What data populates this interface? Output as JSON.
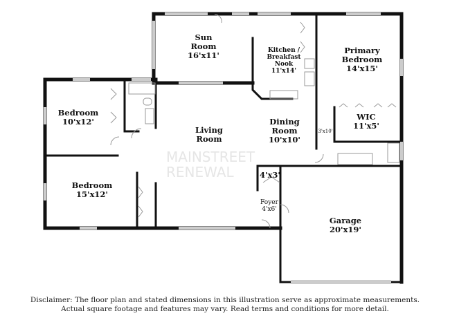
{
  "rooms": {
    "sun_room": {
      "name": "Sun Room",
      "dims": "16'x11'"
    },
    "kitchen": {
      "name": "Kitchen / Breakfast Nook",
      "dims": "11'x14'"
    },
    "primary_bedroom": {
      "name": "Primary Bedroom",
      "dims": "14'x15'"
    },
    "bedroom_1": {
      "name": "Bedroom",
      "dims": "10'x12'"
    },
    "bedroom_2": {
      "name": "Bedroom",
      "dims": "15'x12'"
    },
    "living_room": {
      "name": "Living Room"
    },
    "dining_room": {
      "name": "Dining Room",
      "dims": "10'x10'"
    },
    "wic": {
      "name": "WIC",
      "dims": "11'x5'"
    },
    "hall": {
      "dims": "3'x10'"
    },
    "closet": {
      "dims": "4'x3'"
    },
    "foyer": {
      "name": "Foyer",
      "dims": "4'x6'"
    },
    "garage": {
      "name": "Garage",
      "dims": "20'x19'"
    }
  },
  "watermark": {
    "line1": "MAINSTREET",
    "line2": "RENEWAL"
  },
  "disclaimer": {
    "line1": "Disclaimer: The floor plan and stated dimensions in this illustration serve as approximate measurements.",
    "line2": "Actual square footage and features may vary. Read terms and conditions for more detail."
  },
  "colors": {
    "wall": "#111111",
    "window": "#cccccc"
  }
}
